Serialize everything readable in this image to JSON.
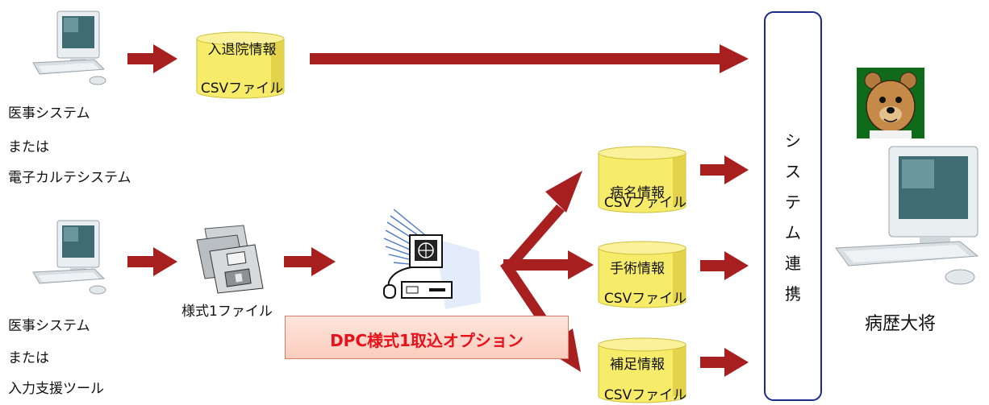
{
  "colors": {
    "arrow": "#a7201f",
    "cylinder": "#f7ec6a",
    "frame": "#1c2a8a",
    "option_text": "#e8101a"
  },
  "source1": {
    "lines": [
      "医事システム",
      "または",
      "電子カルテシステム"
    ],
    "icon": "desktop-computer-icon"
  },
  "source2": {
    "lines": [
      "医事システム",
      "または",
      "入力支援ツール"
    ],
    "icon": "desktop-computer-icon"
  },
  "files": {
    "admission": {
      "title": "入退院情報",
      "sub": "CSVファイル"
    },
    "disease": {
      "title": "病名情報",
      "sub": "CSVファイル"
    },
    "surgery": {
      "title": "手術情報",
      "sub": "CSVファイル"
    },
    "supplement": {
      "title": "補足情報",
      "sub": "CSVファイル"
    }
  },
  "floppy": {
    "label": "様式1ファイル",
    "icon": "floppy-disks-icon"
  },
  "option": {
    "label": "DPC様式1取込オプション",
    "icon": "workstation-icon"
  },
  "integration": {
    "chars": [
      "シ",
      "ス",
      "テ",
      "ム",
      "連",
      "携"
    ]
  },
  "product": {
    "name": "病歴大将",
    "mascot_icon": "bear-mascot-icon",
    "icon": "desktop-computer-icon"
  }
}
